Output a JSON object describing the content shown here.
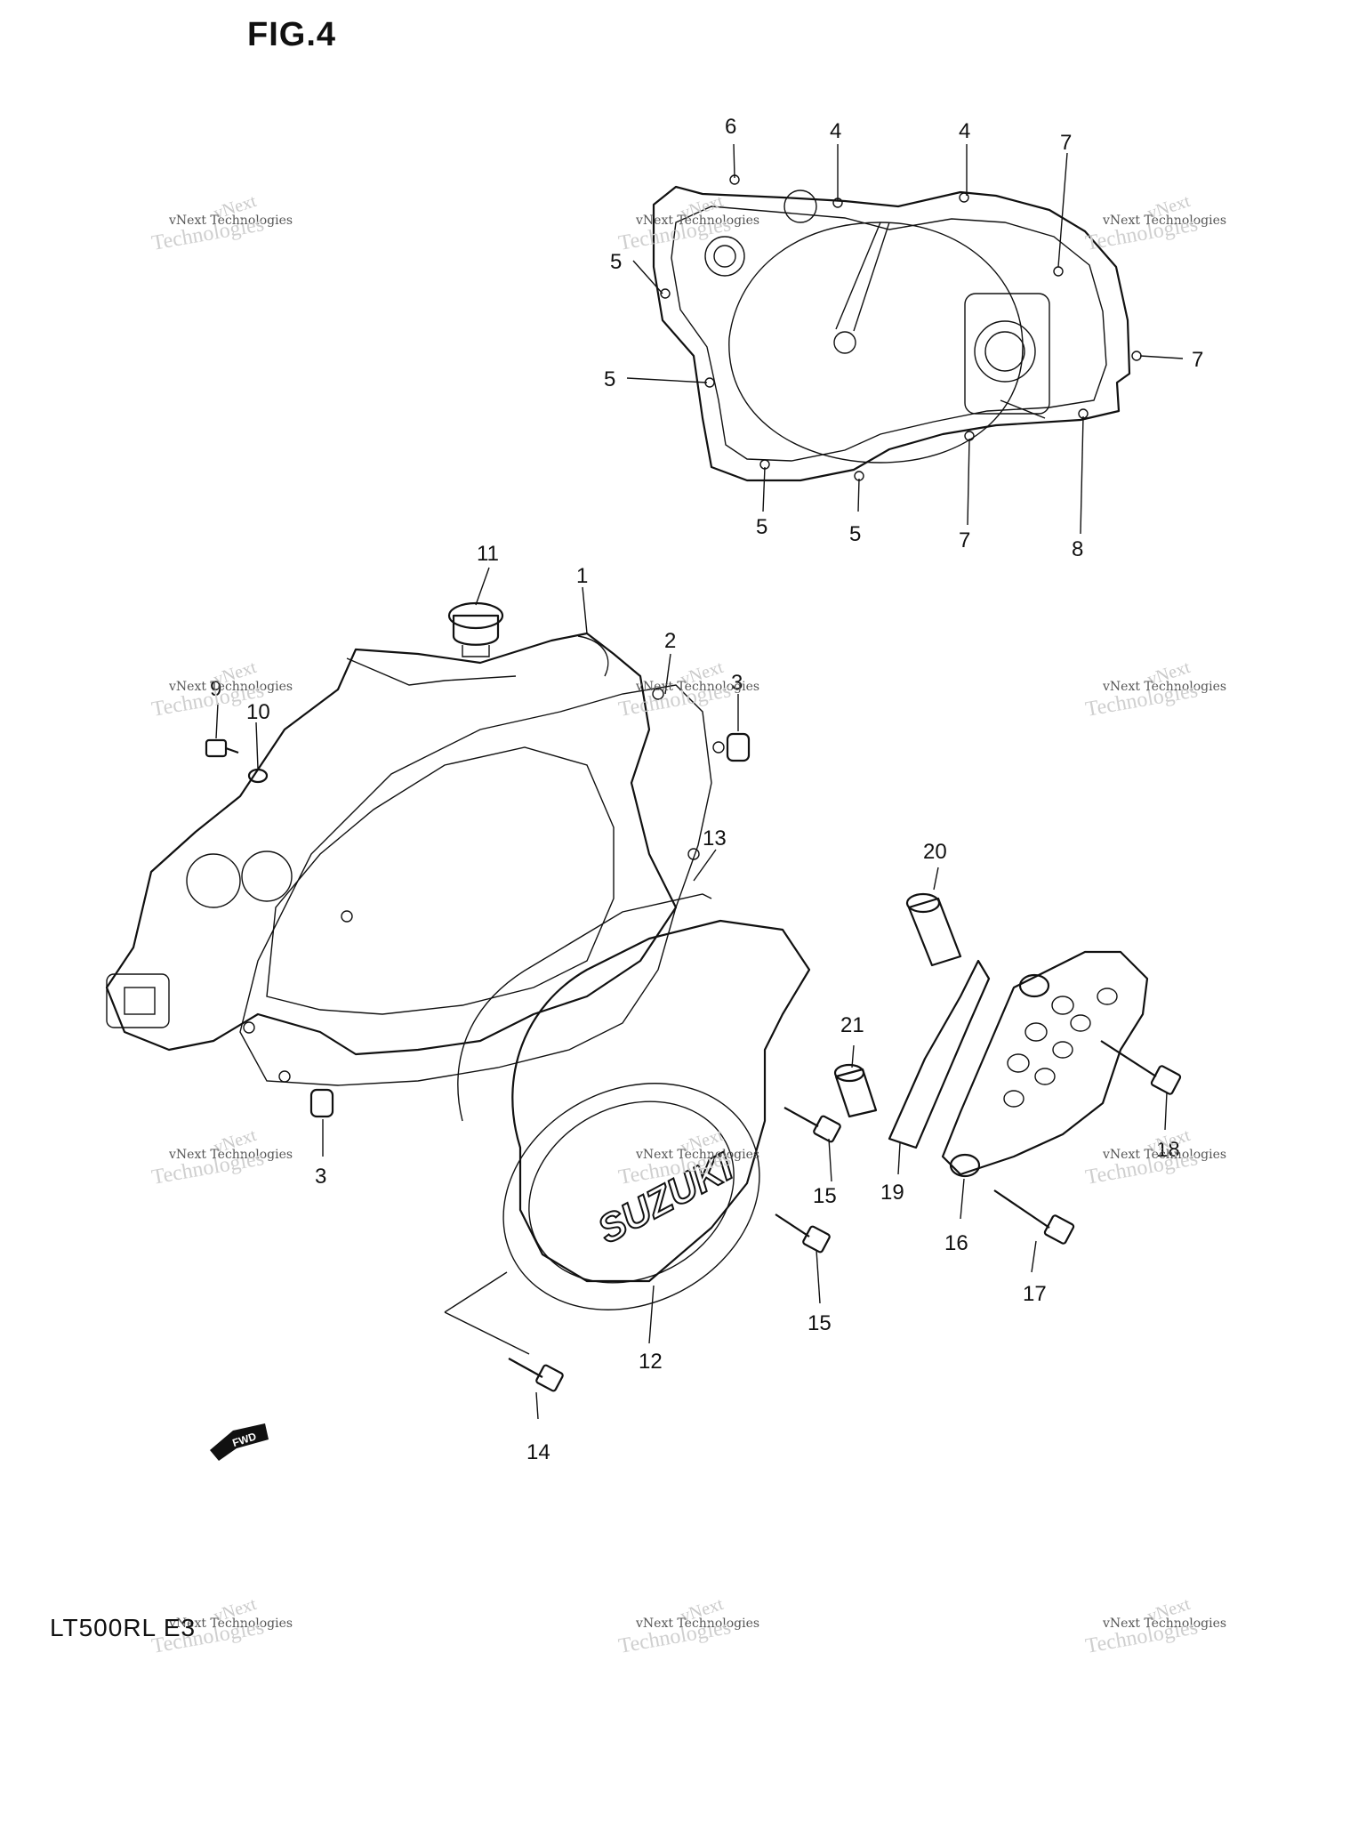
{
  "figure_label": "FIG.4",
  "model_code": "LT500RL E3",
  "cover_lettering": "SUZUKI",
  "fwd_label": "FWD",
  "watermark": {
    "line1": "vNext",
    "line2": "vNext Technologies",
    "line3": "Technologies"
  },
  "callouts": {
    "c1": "1",
    "c2": "2",
    "c3a": "3",
    "c3b": "3",
    "c4a": "4",
    "c4b": "4",
    "c5a": "5",
    "c5b": "5",
    "c5c": "5",
    "c5d": "5",
    "c6": "6",
    "c7a": "7",
    "c7b": "7",
    "c7c": "7",
    "c8": "8",
    "c9": "9",
    "c10": "10",
    "c11": "11",
    "c12": "12",
    "c13": "13",
    "c14": "14",
    "c15a": "15",
    "c15b": "15",
    "c16": "16",
    "c17": "17",
    "c18": "18",
    "c19": "19",
    "c20": "20",
    "c21": "21"
  }
}
